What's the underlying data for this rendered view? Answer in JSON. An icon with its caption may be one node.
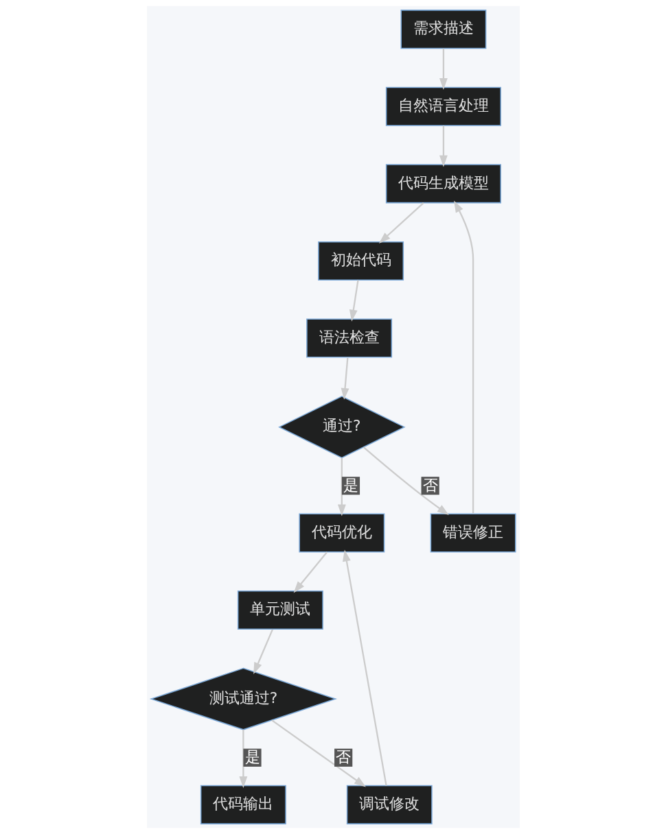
{
  "diagram": {
    "nodes": [
      {
        "text": [
          "需求描述"
        ]
      },
      {
        "text": [
          "自然语言处理"
        ]
      },
      {
        "text": [
          "代码生成模型"
        ]
      },
      {
        "text": [
          "初始代码"
        ]
      },
      {
        "text": [
          "语法检查"
        ]
      },
      {
        "text": [
          "通过?"
        ]
      },
      {
        "text": [
          "代码优化"
        ]
      },
      {
        "text": [
          "错误修正"
        ]
      },
      {
        "text": [
          "单元测试"
        ]
      },
      {
        "text": [
          "测试通过?"
        ]
      },
      {
        "text": [
          "代码输出"
        ]
      },
      {
        "text": [
          "调试修改"
        ]
      }
    ],
    "edges": [
      {
        "from": 0,
        "to": 1,
        "arrow": "to"
      },
      {
        "from": 1,
        "to": 2,
        "arrow": "to"
      },
      {
        "from": 2,
        "to": 3,
        "arrow": "to"
      },
      {
        "from": 3,
        "to": 4,
        "arrow": "to"
      },
      {
        "from": 4,
        "to": 5,
        "arrow": "to"
      },
      {
        "from": 5,
        "to": 6,
        "arrow": "to",
        "label": "是"
      },
      {
        "from": 5,
        "to": 7,
        "arrow": "to",
        "label": "否"
      },
      {
        "from": 7,
        "to": 2,
        "arrow": "to"
      },
      {
        "from": 6,
        "to": 8,
        "arrow": "to"
      },
      {
        "from": 8,
        "to": 9,
        "arrow": "to"
      },
      {
        "from": 9,
        "to": 10,
        "arrow": "to",
        "label": "是"
      },
      {
        "from": 9,
        "to": 11,
        "arrow": "to",
        "label": "否"
      },
      {
        "from": 11,
        "to": 6,
        "arrow": "to"
      }
    ]
  }
}
